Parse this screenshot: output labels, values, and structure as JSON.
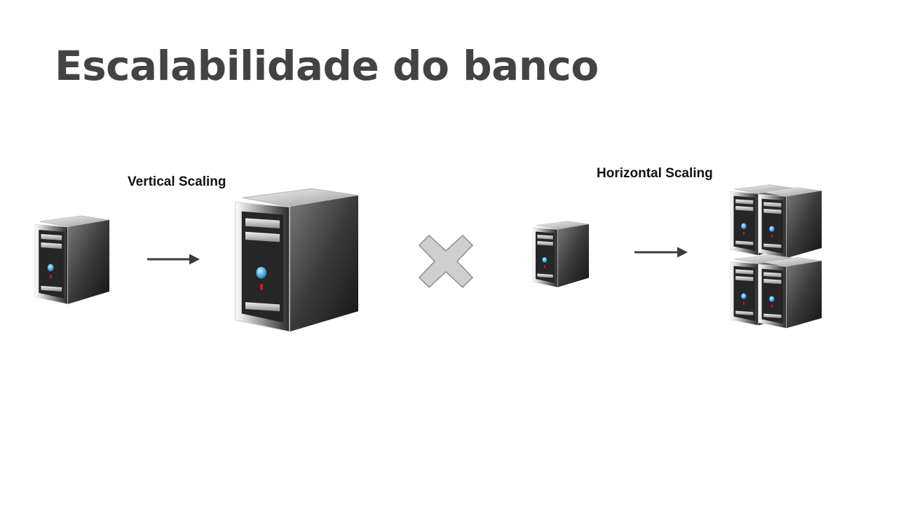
{
  "slide": {
    "title": "Escalabilidade do banco"
  },
  "vertical": {
    "label": "Vertical Scaling"
  },
  "horizontal": {
    "label": "Horizontal Scaling"
  },
  "colors": {
    "title": "#434343",
    "server_light": "#e8e8e8",
    "server_dark": "#1a1a1a",
    "led_blue": "#2aa6e8",
    "led_red": "#d01818",
    "cross": "#cfcfcf"
  },
  "icons": [
    "server-icon",
    "arrow-right-icon",
    "cross-icon"
  ]
}
